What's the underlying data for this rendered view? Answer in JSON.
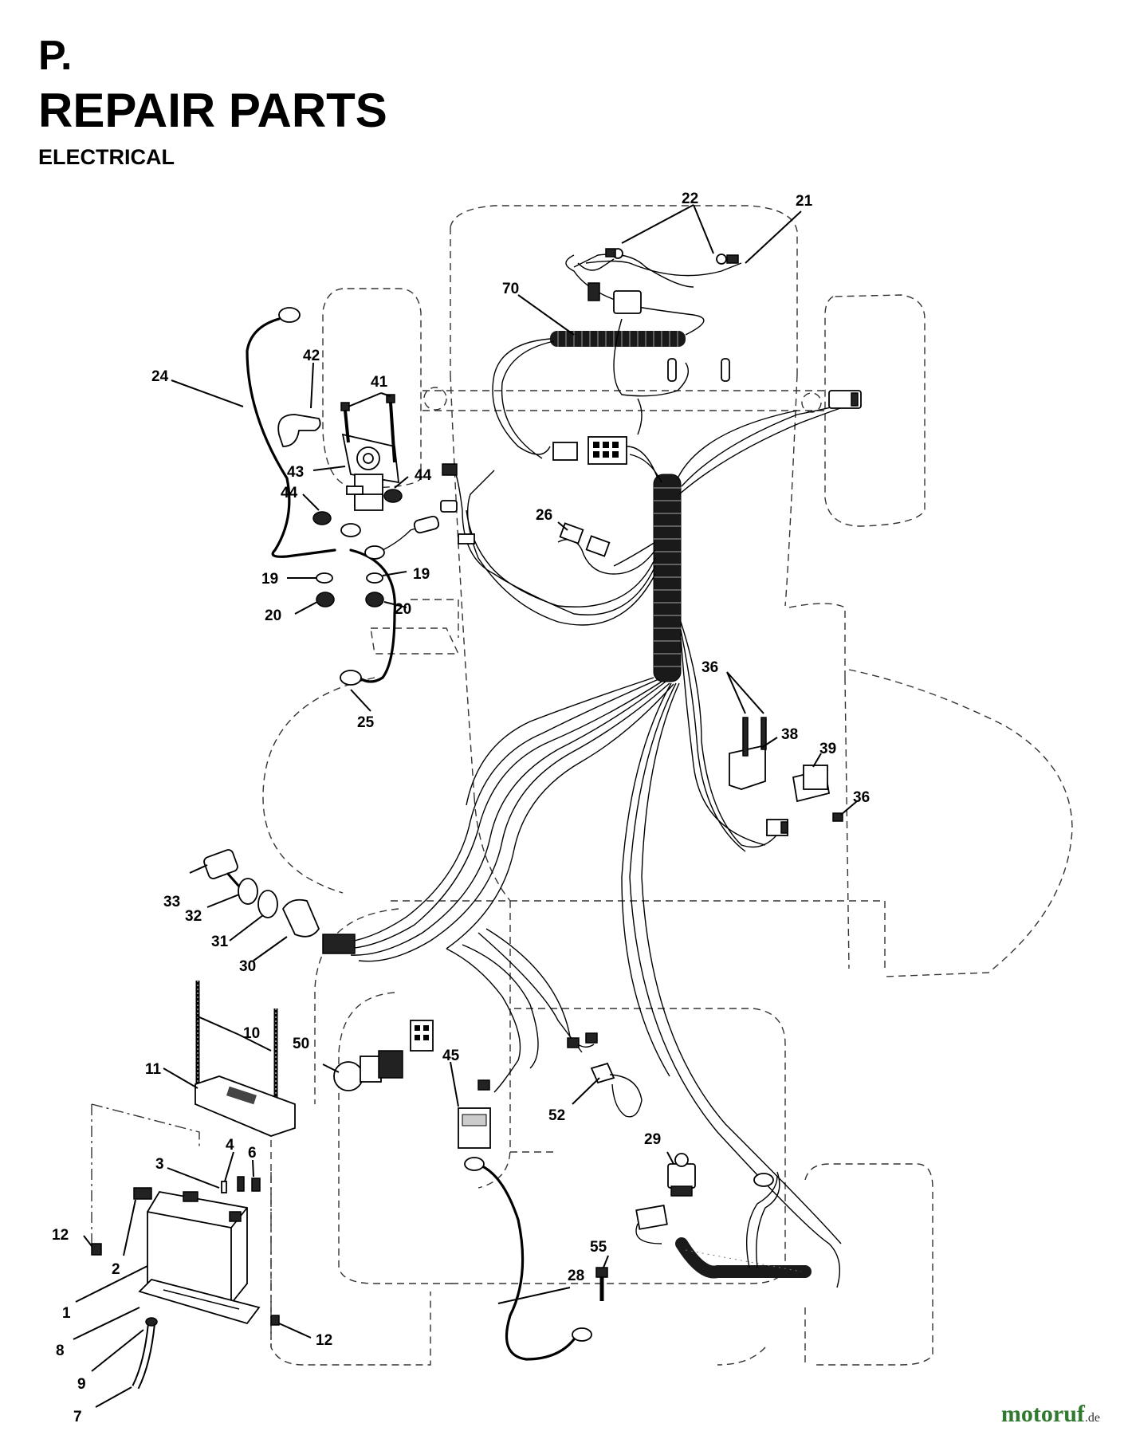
{
  "header": {
    "section_letter": "P.",
    "title": "REPAIR PARTS",
    "subtitle": "ELECTRICAL"
  },
  "callouts": [
    {
      "id": "c22",
      "text": "22"
    },
    {
      "id": "c21",
      "text": "21"
    },
    {
      "id": "c70",
      "text": "70"
    },
    {
      "id": "c42",
      "text": "42"
    },
    {
      "id": "c24",
      "text": "24"
    },
    {
      "id": "c41",
      "text": "41"
    },
    {
      "id": "c43",
      "text": "43"
    },
    {
      "id": "c44a",
      "text": "44"
    },
    {
      "id": "c44b",
      "text": "44"
    },
    {
      "id": "c26",
      "text": "26"
    },
    {
      "id": "c19a",
      "text": "19"
    },
    {
      "id": "c19b",
      "text": "19"
    },
    {
      "id": "c20a",
      "text": "20"
    },
    {
      "id": "c20b",
      "text": "20"
    },
    {
      "id": "c25",
      "text": "25"
    },
    {
      "id": "c36a",
      "text": "36"
    },
    {
      "id": "c38",
      "text": "38"
    },
    {
      "id": "c39",
      "text": "39"
    },
    {
      "id": "c36b",
      "text": "36"
    },
    {
      "id": "c33",
      "text": "33"
    },
    {
      "id": "c32",
      "text": "32"
    },
    {
      "id": "c31",
      "text": "31"
    },
    {
      "id": "c30",
      "text": "30"
    },
    {
      "id": "c10",
      "text": "10"
    },
    {
      "id": "c50",
      "text": "50"
    },
    {
      "id": "c11",
      "text": "11"
    },
    {
      "id": "c45",
      "text": "45"
    },
    {
      "id": "c52",
      "text": "52"
    },
    {
      "id": "c4",
      "text": "4"
    },
    {
      "id": "c6",
      "text": "6"
    },
    {
      "id": "c3",
      "text": "3"
    },
    {
      "id": "c29",
      "text": "29"
    },
    {
      "id": "c12a",
      "text": "12"
    },
    {
      "id": "c2",
      "text": "2"
    },
    {
      "id": "c55",
      "text": "55"
    },
    {
      "id": "c28",
      "text": "28"
    },
    {
      "id": "c1",
      "text": "1"
    },
    {
      "id": "c8",
      "text": "8"
    },
    {
      "id": "c9",
      "text": "9"
    },
    {
      "id": "c12b",
      "text": "12"
    },
    {
      "id": "c7",
      "text": "7"
    }
  ],
  "watermark": {
    "brand": "motoruf",
    "tld": ".de"
  }
}
